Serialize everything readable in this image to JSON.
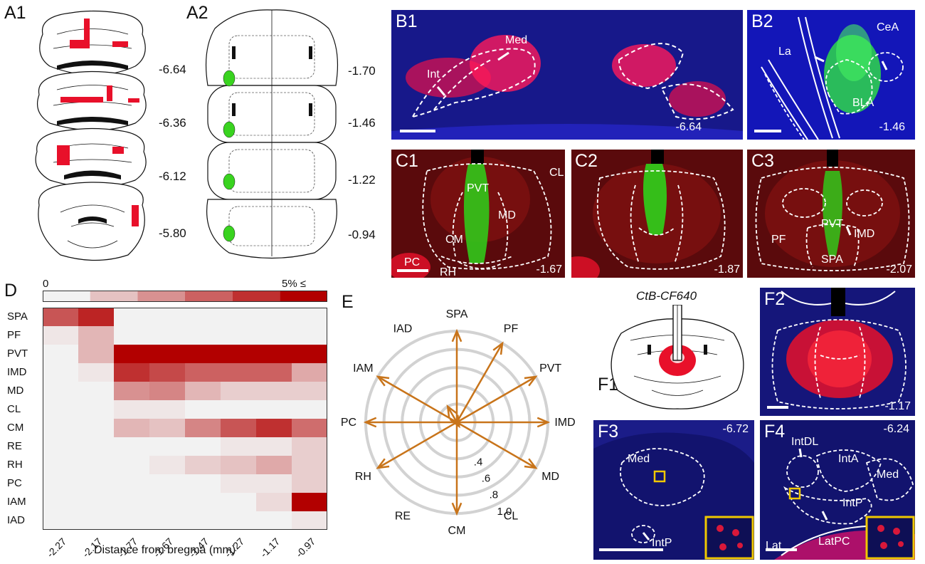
{
  "panels": {
    "A1": "A1",
    "A2": "A2",
    "B1": "B1",
    "B2": "B2",
    "C1": "C1",
    "C2": "C2",
    "C3": "C3",
    "D": "D",
    "E": "E",
    "F1": "F1",
    "F2": "F2",
    "F3": "F3",
    "F4": "F4"
  },
  "a1_levels": [
    "-6.64",
    "-6.36",
    "-6.12",
    "-5.80"
  ],
  "a2_levels": [
    "-1.70",
    "-1.46",
    "-1.22",
    "-0.94"
  ],
  "b1": {
    "labels": [
      "Med",
      "Int"
    ],
    "level": "-6.64"
  },
  "b2": {
    "labels": [
      "La",
      "CeA",
      "BLA"
    ],
    "level": "-1.46"
  },
  "c1": {
    "labels": [
      "PVT",
      "CL",
      "MD",
      "CM",
      "PC",
      "RH"
    ],
    "level": "-1.67"
  },
  "c2": {
    "level": "-1.87"
  },
  "c3": {
    "labels": [
      "PVT",
      "IMD",
      "PF",
      "SPA"
    ],
    "level": "-2.07"
  },
  "f1": {
    "tracer": "CtB-CF640"
  },
  "f2": {
    "level": "-1.17"
  },
  "f3": {
    "labels": [
      "Med",
      "IntP"
    ],
    "level": "-6.72"
  },
  "f4": {
    "labels": [
      "IntDL",
      "IntA",
      "Med",
      "IntP",
      "Lat",
      "LatPC"
    ],
    "level": "-6.24"
  },
  "colors": {
    "red_label": "#e8102a",
    "green_label": "#39d31f",
    "tissue_blue": "#1a1f7a",
    "arrow_orange": "#c8741a",
    "heat_max": "#b30000"
  },
  "chart_data": [
    {
      "type": "heatmap",
      "title": "",
      "colorbar": {
        "min_label": "0",
        "max_label": "5% ≤"
      },
      "xlabel": "Distance from bregma (mm)",
      "x": [
        "-2.27",
        "-2.17",
        "-1.77",
        "-1.67",
        "-1.47",
        "-1.27",
        "-1.17",
        "-0.97"
      ],
      "y": [
        "SPA",
        "PF",
        "PVT",
        "IMD",
        "MD",
        "CL",
        "CM",
        "RE",
        "RH",
        "PC",
        "IAM",
        "IAD"
      ],
      "values": [
        [
          0.65,
          0.85,
          0.0,
          0.0,
          0.0,
          0.0,
          0.0,
          0.0
        ],
        [
          0.05,
          0.25,
          0.0,
          0.0,
          0.0,
          0.0,
          0.0,
          0.0
        ],
        [
          0.0,
          0.25,
          1.0,
          1.0,
          1.0,
          1.0,
          1.0,
          1.0
        ],
        [
          0.0,
          0.05,
          0.8,
          0.7,
          0.6,
          0.6,
          0.6,
          0.3
        ],
        [
          0.0,
          0.0,
          0.4,
          0.45,
          0.25,
          0.15,
          0.15,
          0.15
        ],
        [
          0.0,
          0.0,
          0.05,
          0.05,
          0.0,
          0.0,
          0.0,
          0.0
        ],
        [
          0.0,
          0.0,
          0.25,
          0.2,
          0.45,
          0.65,
          0.8,
          0.55
        ],
        [
          0.0,
          0.0,
          0.0,
          0.0,
          0.0,
          0.05,
          0.05,
          0.15
        ],
        [
          0.0,
          0.0,
          0.0,
          0.05,
          0.15,
          0.2,
          0.3,
          0.15
        ],
        [
          0.0,
          0.0,
          0.0,
          0.0,
          0.0,
          0.05,
          0.05,
          0.15
        ],
        [
          0.0,
          0.0,
          0.0,
          0.0,
          0.0,
          0.0,
          0.1,
          1.0
        ],
        [
          0.0,
          0.0,
          0.0,
          0.0,
          0.0,
          0.0,
          0.0,
          0.05
        ]
      ]
    },
    {
      "type": "radar",
      "title": "",
      "axes": [
        "SPA",
        "PF",
        "PVT",
        "IMD",
        "MD",
        "CL",
        "CM",
        "RE",
        "RH",
        "PC",
        "IAM",
        "IAD"
      ],
      "values": [
        1.0,
        1.0,
        1.0,
        1.0,
        1.0,
        0.05,
        1.0,
        0.0,
        1.0,
        1.0,
        1.0,
        0.2
      ],
      "rings": [
        ".4",
        ".6",
        ".8",
        "1.0"
      ],
      "ring_values": [
        0.2,
        0.4,
        0.6,
        0.8,
        1.0
      ]
    }
  ]
}
